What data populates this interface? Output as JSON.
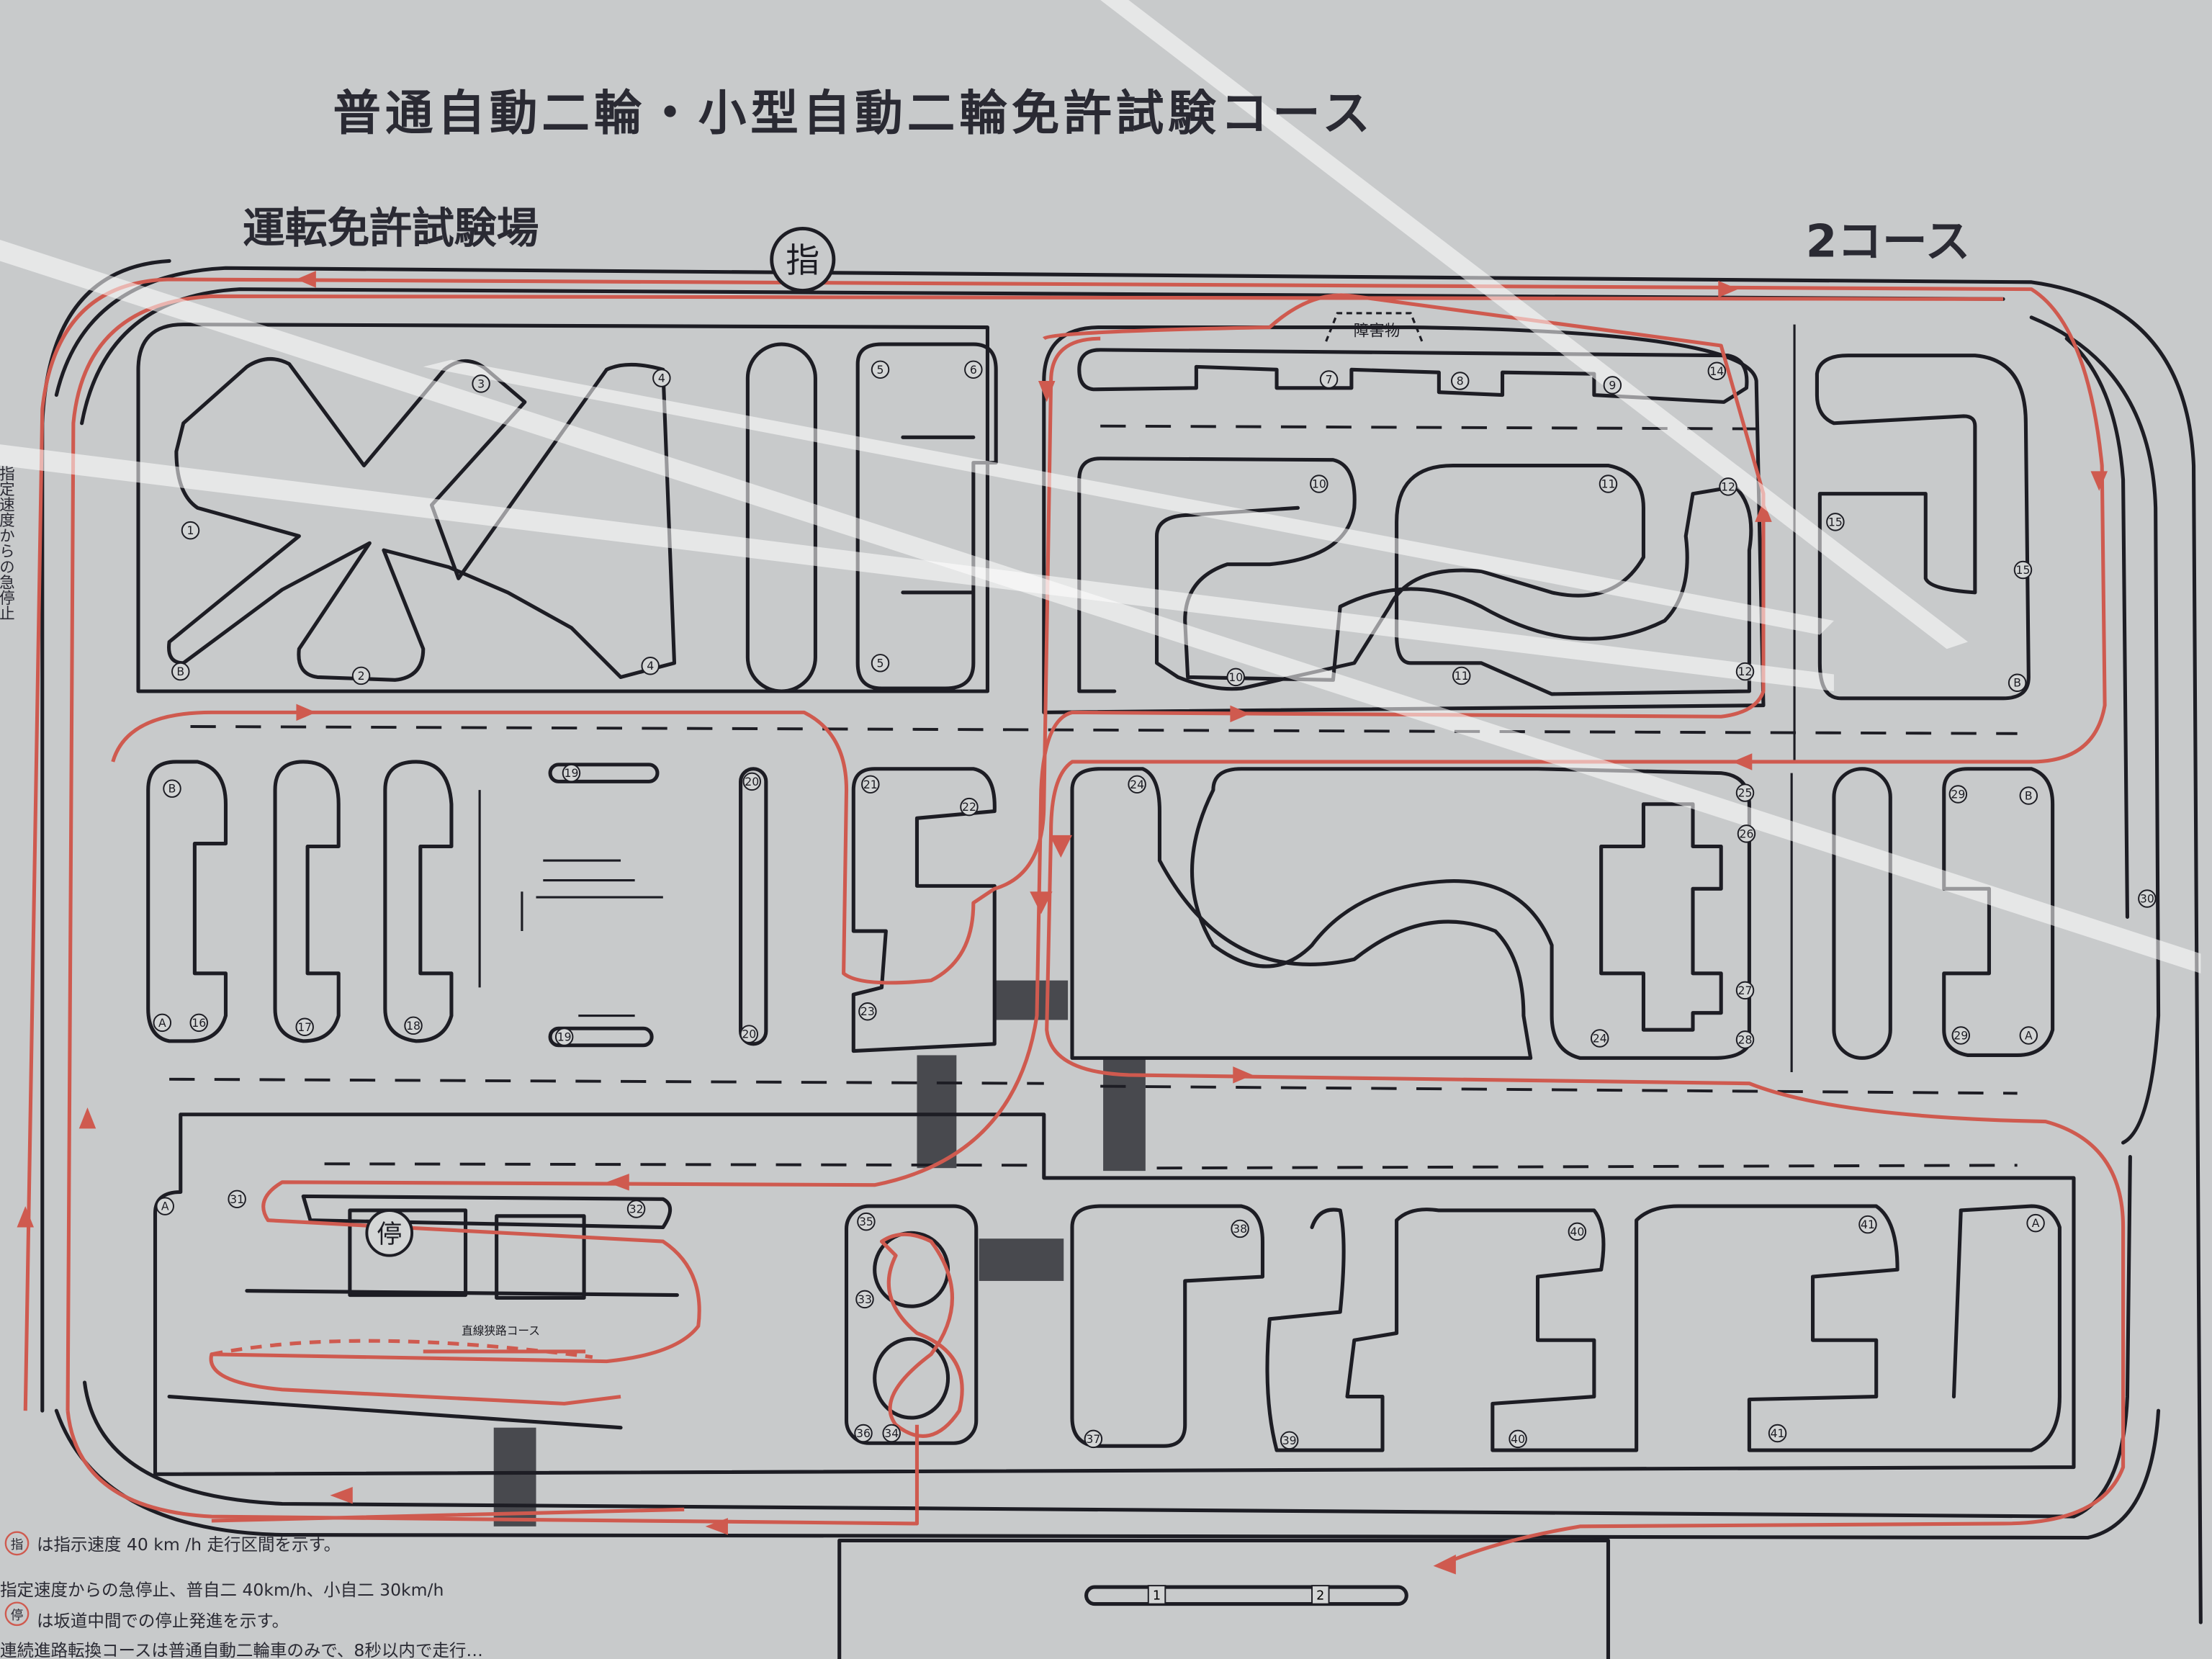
{
  "title": "普通自動二輪・小型自動二輪免許試験コース",
  "facility": "運転免許試験場",
  "course_name": "2コース",
  "speed_marker_symbol": "指",
  "stop_marker_symbol": "停",
  "obstacle_label": "障害物",
  "narrow_course_label": "直線狭路コース",
  "side_note": "指定速度からの急停止",
  "legend": [
    "は指示速度 40 km /h 走行区間を示す。",
    "指定速度からの急停止、普自二 40km/h、小自二 30km/h",
    "は坂道中間での停止発進を示す。",
    "連続進路転換コースは普通自動二輪車のみで、8秒以内で走行…"
  ],
  "legend_symbols": [
    "指",
    "停"
  ],
  "bottom_markers": [
    "1",
    "2"
  ],
  "points": [
    "1",
    "2",
    "3",
    "4",
    "4",
    "B",
    "5",
    "6",
    "5",
    "7",
    "8",
    "9",
    "14",
    "10",
    "11",
    "12",
    "10",
    "11",
    "12",
    "15",
    "15",
    "B",
    "B",
    "16",
    "A",
    "17",
    "18",
    "19",
    "19",
    "20",
    "20",
    "21",
    "22",
    "23",
    "24",
    "24",
    "25",
    "26",
    "27",
    "28",
    "29",
    "B",
    "29",
    "A",
    "30",
    "A",
    "31",
    "32",
    "35",
    "33",
    "36",
    "34",
    "38",
    "37",
    "39",
    "40",
    "40",
    "41",
    "41",
    "A"
  ],
  "colors": {
    "route": "#cf5a4f",
    "line": "#1d1d24",
    "paper": "#c8cacb"
  }
}
